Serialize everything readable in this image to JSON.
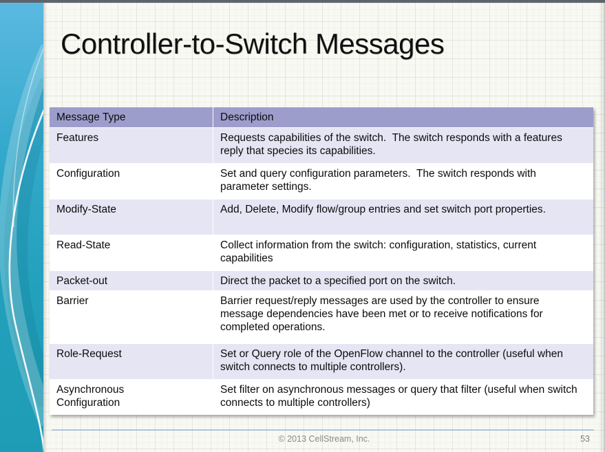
{
  "slide": {
    "title": "Controller-to-Switch Messages",
    "footer_copyright": "© 2013 CellStream, Inc.",
    "page_number": "53"
  },
  "table": {
    "headers": [
      "Message Type",
      "Description"
    ],
    "rows": [
      {
        "message_type": "Features",
        "description": "Requests capabilities of the switch.  The switch responds with a features reply that species its capabilities."
      },
      {
        "message_type": "Configuration",
        "description": "Set and query configuration parameters.  The switch responds with parameter settings."
      },
      {
        "message_type": "Modify-State",
        "description": "Add, Delete, Modify flow/group entries and set switch port properties."
      },
      {
        "message_type": "Read-State",
        "description": "Collect information from the switch: configuration, statistics, current capabilities"
      },
      {
        "message_type": "Packet-out",
        "description": "Direct the packet to a specified port on the switch."
      },
      {
        "message_type": "Barrier",
        "description": "Barrier request/reply messages are used by the controller to ensure message dependencies have been met or to receive notifications for completed operations."
      },
      {
        "message_type": "Role-Request",
        "description": "Set or Query role of the OpenFlow channel to the controller (useful when switch connects to multiple controllers)."
      },
      {
        "message_type": "Asynchronous Configuration",
        "description": "Set filter on asynchronous messages or query that filter (useful when switch connects to multiple controllers)"
      }
    ]
  },
  "colors": {
    "header_bg": "#9d9dcc",
    "row_alt_bg": "#e5e5f4",
    "row_bg": "#ffffff",
    "top_strip": "#5d646d",
    "footer_line": "#a9c5e1",
    "sidebar_top": "#5cb9e1",
    "sidebar_bottom": "#1f9cb5"
  }
}
